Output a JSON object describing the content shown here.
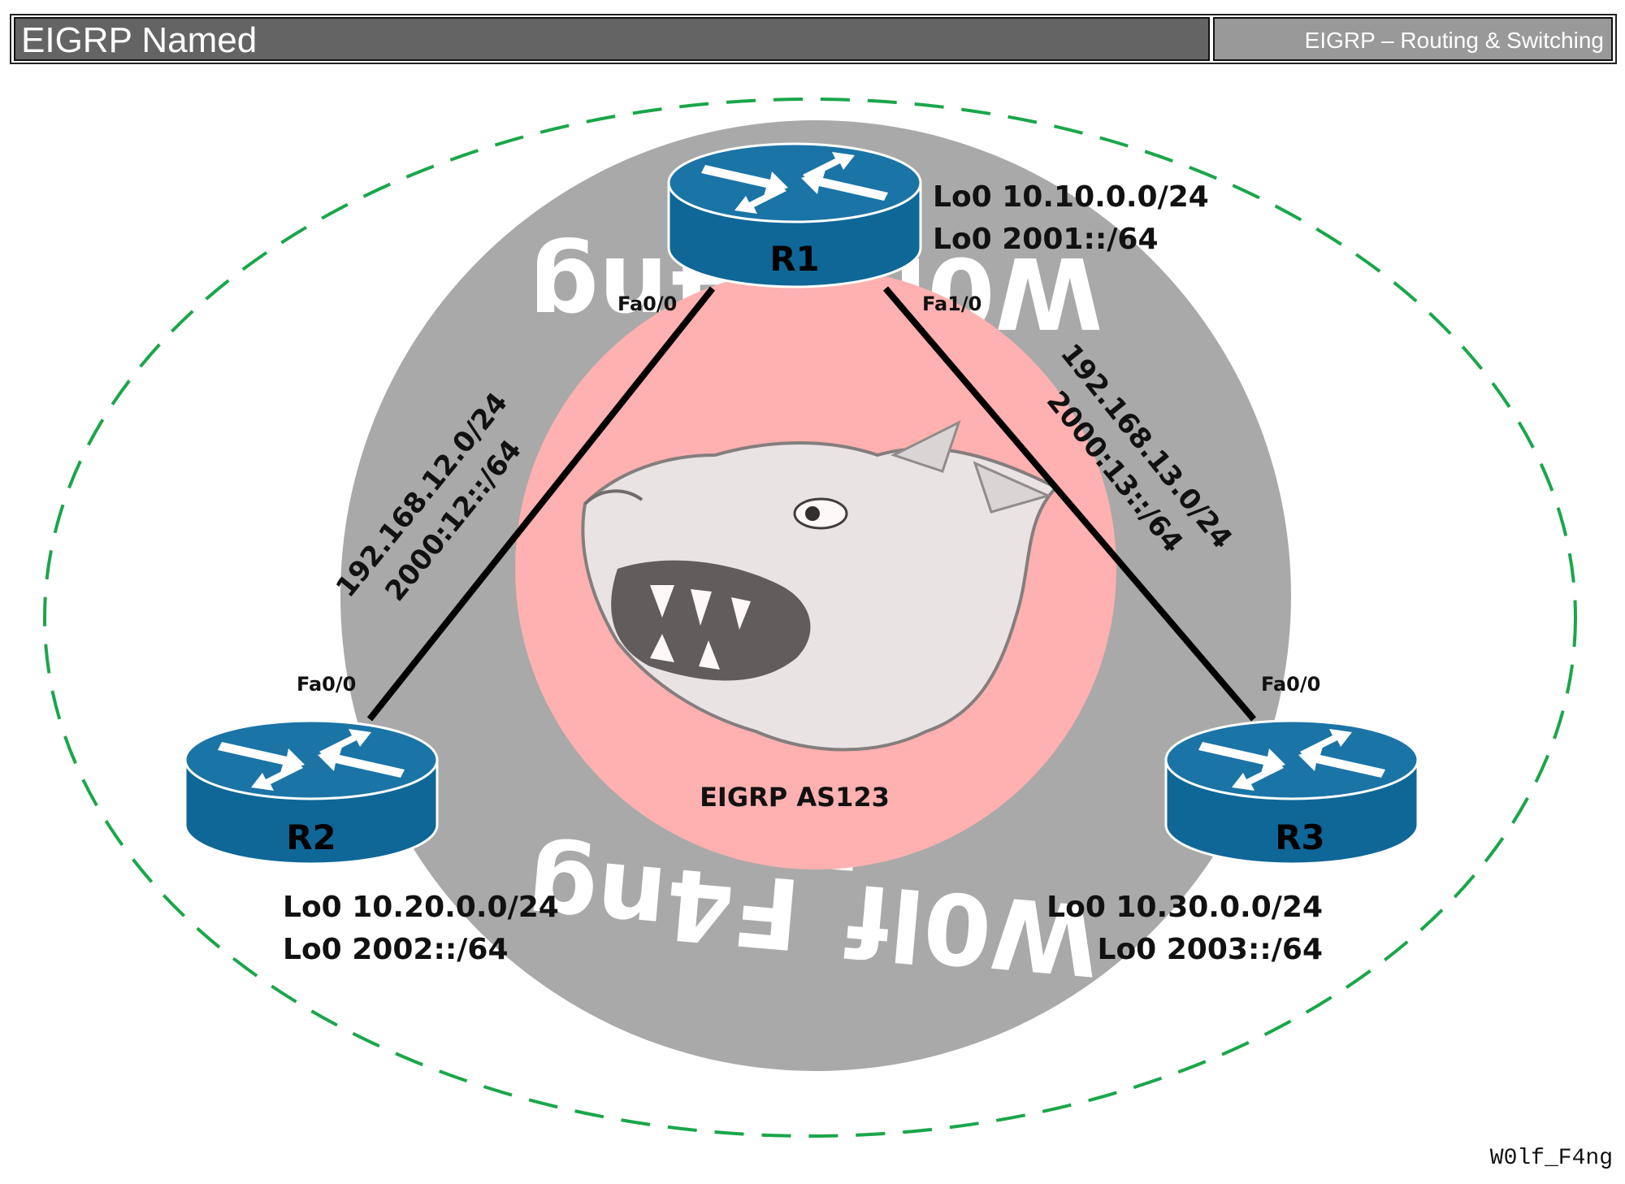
{
  "header": {
    "title": "EIGRP Named",
    "subtitle": "EIGRP – Routing & Switching"
  },
  "watermark": {
    "text": "W0lf_F4ng",
    "signature": "W0lf_F4ng"
  },
  "colors": {
    "header_dark": "#646464",
    "header_light": "#999999",
    "ring_gray": "#a9a9a9",
    "center_pink": "#ffb0b0",
    "router_blue": "#0f6797",
    "router_top": "#1b74a6",
    "link": "#000000",
    "boundary_green": "#1aa64a"
  },
  "diagram": {
    "as_label": "EIGRP AS123",
    "routers": [
      {
        "name": "R1",
        "loopbacks": [
          "Lo0 10.10.0.0/24",
          "Lo0 2001::/64"
        ],
        "interfaces": [
          "Fa0/0",
          "Fa1/0"
        ]
      },
      {
        "name": "R2",
        "loopbacks": [
          "Lo0 10.20.0.0/24",
          "Lo0 2002::/64"
        ],
        "interfaces": [
          "Fa0/0"
        ]
      },
      {
        "name": "R3",
        "loopbacks": [
          "Lo0 10.30.0.0/24",
          "Lo0 2003::/64"
        ],
        "interfaces": [
          "Fa0/0"
        ]
      }
    ],
    "links": [
      {
        "from": "R1",
        "to": "R2",
        "subnets": [
          "192.168.12.0/24",
          "2000:12::/64"
        ]
      },
      {
        "from": "R1",
        "to": "R3",
        "subnets": [
          "192.168.13.0/24",
          "2000:13::/64"
        ]
      }
    ]
  }
}
